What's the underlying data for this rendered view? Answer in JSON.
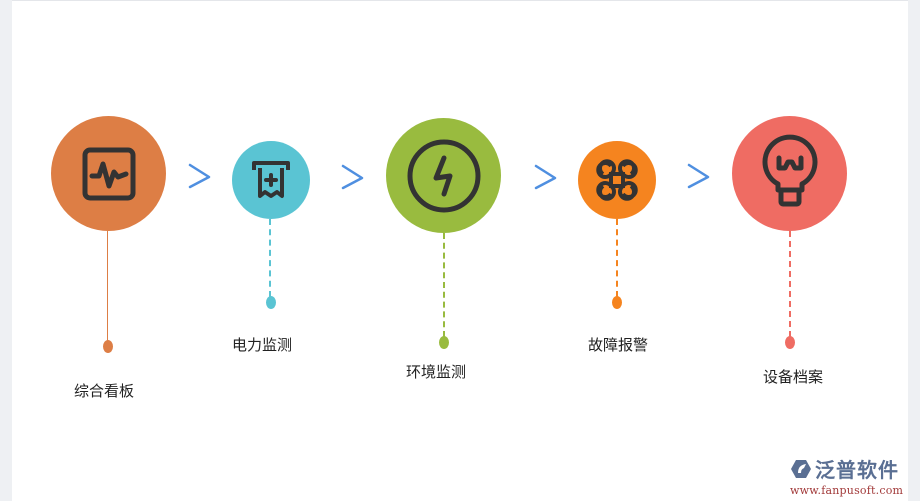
{
  "diagram": {
    "steps": [
      {
        "label": "综合看板",
        "icon": "pulse-monitor-icon",
        "color": "#dd7e45",
        "connector": "solid"
      },
      {
        "label": "电力监测",
        "icon": "receipt-plus-icon",
        "color": "#5ac4d3",
        "connector": "dashed"
      },
      {
        "label": "环境监测",
        "icon": "lightning-bolt-icon",
        "color": "#99bb3f",
        "connector": "dashed"
      },
      {
        "label": "故障报警",
        "icon": "drone-icon",
        "color": "#f5841f",
        "connector": "dashed"
      },
      {
        "label": "设备档案",
        "icon": "lightbulb-icon",
        "color": "#ef6c63",
        "connector": "dashed"
      }
    ],
    "arrow_icon": "chevron-right-icon",
    "arrow_color": "#4f8fe0",
    "icon_stroke_color": "#333333"
  },
  "watermark": {
    "brand": "泛普软件",
    "url": "www.fanpusoft.com"
  }
}
